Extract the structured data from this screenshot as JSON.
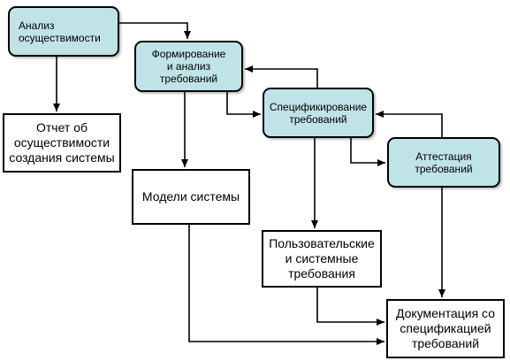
{
  "diagram": {
    "processes": {
      "feasibility": "Анализ\nосуществимости",
      "elicitation": "Формирование\nи анализ\nтребований",
      "specification": "Спецификирование\nтребований",
      "validation": "Аттестация\nтребований"
    },
    "outputs": {
      "feasibility_report": "Отчет об\nосуществимости\nсоздания системы",
      "system_models": "Модели системы",
      "user_system_requirements": "Пользовательские\nи системные\nтребования",
      "requirements_document": "Документация со\nспецификацией\nтребований"
    },
    "edges": [
      {
        "from": "feasibility",
        "to": "elicitation"
      },
      {
        "from": "feasibility",
        "to": "feasibility_report"
      },
      {
        "from": "elicitation",
        "to": "system_models"
      },
      {
        "from": "elicitation",
        "to": "specification"
      },
      {
        "from": "specification",
        "to": "elicitation"
      },
      {
        "from": "specification",
        "to": "user_system_requirements"
      },
      {
        "from": "specification",
        "to": "validation"
      },
      {
        "from": "validation",
        "to": "specification"
      },
      {
        "from": "validation",
        "to": "requirements_document"
      },
      {
        "from": "system_models",
        "to": "requirements_document"
      },
      {
        "from": "user_system_requirements",
        "to": "requirements_document"
      }
    ]
  },
  "colors": {
    "process_fill": "#bfe3e6",
    "output_fill": "#ffffff",
    "stroke": "#000000"
  }
}
